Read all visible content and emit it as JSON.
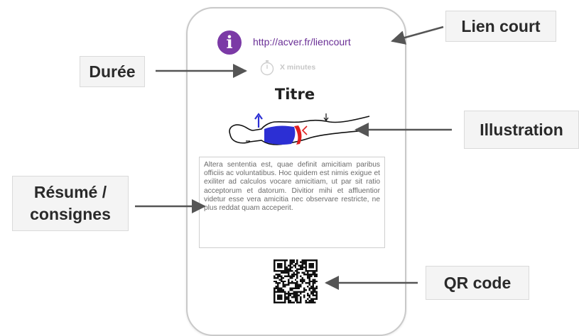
{
  "card": {
    "link_text": "http://acver.fr/liencourt",
    "duration_text": "X minutes",
    "title": "Titre",
    "summary": "Altera sententia est, quae definit amicitiam paribus officiis ac voluntatibus. Hoc quidem est nimis exigue et exiliter ad calculos vocare amicitiam, ut par sit ratio acceptorum et datorum. Divitior mihi et affluentior videtur esse vera amicitia nec observare restricte, ne plus reddat quam acceperit."
  },
  "callouts": {
    "lien_court": "Lien court",
    "duree": "Durée",
    "illustration": "Illustration",
    "resume": "Résumé / consignes",
    "qr_code": "QR code"
  },
  "colors": {
    "accent_purple": "#7b3aa6",
    "link_purple": "#6a2f96",
    "illustration_blue": "#2c2fd4",
    "illustration_red": "#e01f1f"
  },
  "icons": {
    "info": "info-icon",
    "timer": "stopwatch-icon"
  }
}
